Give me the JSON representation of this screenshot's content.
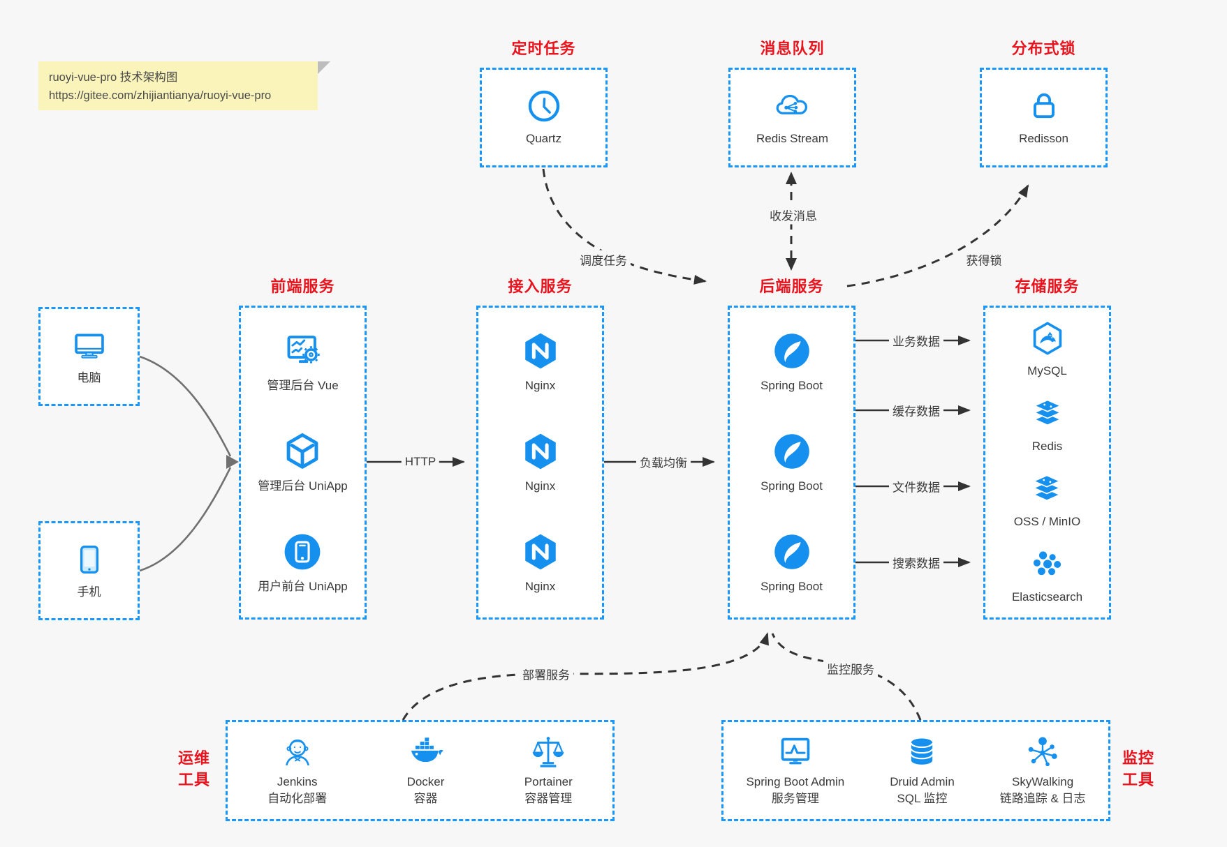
{
  "title_note": {
    "line1": "ruoyi-vue-pro 技术架构图",
    "line2": "https://gitee.com/zhijiantianya/ruoyi-vue-pro"
  },
  "colors": {
    "accent_blue": "#1590ef",
    "border_blue": "#1b97fb",
    "title_red": "#e8131d",
    "note_yellow": "#faf4ba",
    "canvas_bg": "#f7f7f7",
    "arrow_dark": "#333333",
    "arrow_gray": "#707070"
  },
  "groups": {
    "scheduled": {
      "title": "定时任务",
      "items": [
        {
          "icon": "clock-icon",
          "label": "Quartz"
        }
      ]
    },
    "mq": {
      "title": "消息队列",
      "items": [
        {
          "icon": "cloud-stream-icon",
          "label": "Redis Stream"
        }
      ]
    },
    "dlock": {
      "title": "分布式锁",
      "items": [
        {
          "icon": "lock-icon",
          "label": "Redisson"
        }
      ]
    },
    "pc": {
      "items": [
        {
          "icon": "desktop-icon",
          "label": "电脑"
        }
      ]
    },
    "mobile": {
      "items": [
        {
          "icon": "smartphone-icon",
          "label": "手机"
        }
      ]
    },
    "frontend": {
      "title": "前端服务",
      "items": [
        {
          "icon": "admin-vue-icon",
          "label": "管理后台 Vue"
        },
        {
          "icon": "uniapp-cube-icon",
          "label": "管理后台 UniApp"
        },
        {
          "icon": "user-app-icon",
          "label": "用户前台 UniApp"
        }
      ]
    },
    "gateway": {
      "title": "接入服务",
      "items": [
        {
          "icon": "nginx-icon",
          "label": "Nginx"
        },
        {
          "icon": "nginx-icon",
          "label": "Nginx"
        },
        {
          "icon": "nginx-icon",
          "label": "Nginx"
        }
      ]
    },
    "backend": {
      "title": "后端服务",
      "items": [
        {
          "icon": "spring-boot-icon",
          "label": "Spring Boot"
        },
        {
          "icon": "spring-boot-icon",
          "label": "Spring Boot"
        },
        {
          "icon": "spring-boot-icon",
          "label": "Spring Boot"
        }
      ]
    },
    "storage": {
      "title": "存储服务",
      "items": [
        {
          "icon": "mysql-icon",
          "label": "MySQL"
        },
        {
          "icon": "redis-stack-icon",
          "label": "Redis"
        },
        {
          "icon": "oss-stack-icon",
          "label": "OSS / MinIO"
        },
        {
          "icon": "elasticsearch-icon",
          "label": "Elasticsearch"
        }
      ]
    },
    "ops": {
      "title_lines": [
        "运维",
        "工具"
      ],
      "items": [
        {
          "icon": "jenkins-icon",
          "label": "Jenkins",
          "sublabel": "自动化部署"
        },
        {
          "icon": "docker-icon",
          "label": "Docker",
          "sublabel": "容器"
        },
        {
          "icon": "portainer-icon",
          "label": "Portainer",
          "sublabel": "容器管理"
        }
      ]
    },
    "monitoring": {
      "title_lines": [
        "监控",
        "工具"
      ],
      "items": [
        {
          "icon": "spring-boot-admin-icon",
          "label": "Spring Boot Admin",
          "sublabel": "服务管理"
        },
        {
          "icon": "druid-icon",
          "label": "Druid Admin",
          "sublabel": "SQL 监控"
        },
        {
          "icon": "skywalking-icon",
          "label": "SkyWalking",
          "sublabel": "链路追踪 & 日志"
        }
      ]
    }
  },
  "edges": {
    "http": "HTTP",
    "load_balance": "负载均衡",
    "schedule_job": "调度任务",
    "send_receive_msg": "收发消息",
    "acquire_lock": "获得锁",
    "business_data": "业务数据",
    "cache_data": "缓存数据",
    "file_data": "文件数据",
    "search_data": "搜索数据",
    "deploy_service": "部署服务",
    "monitor_service": "监控服务"
  }
}
